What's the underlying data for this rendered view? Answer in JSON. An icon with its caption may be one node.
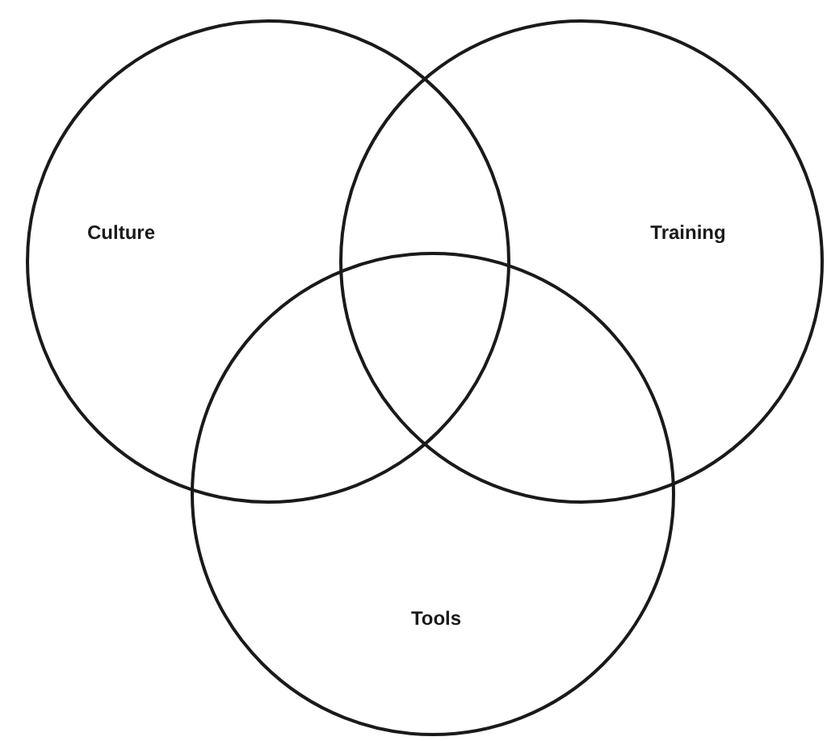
{
  "diagram": {
    "nodes": [
      {
        "text": [
          "Culture"
        ]
      },
      {
        "text": [
          "Training"
        ]
      },
      {
        "text": [
          "Tools"
        ]
      }
    ]
  }
}
